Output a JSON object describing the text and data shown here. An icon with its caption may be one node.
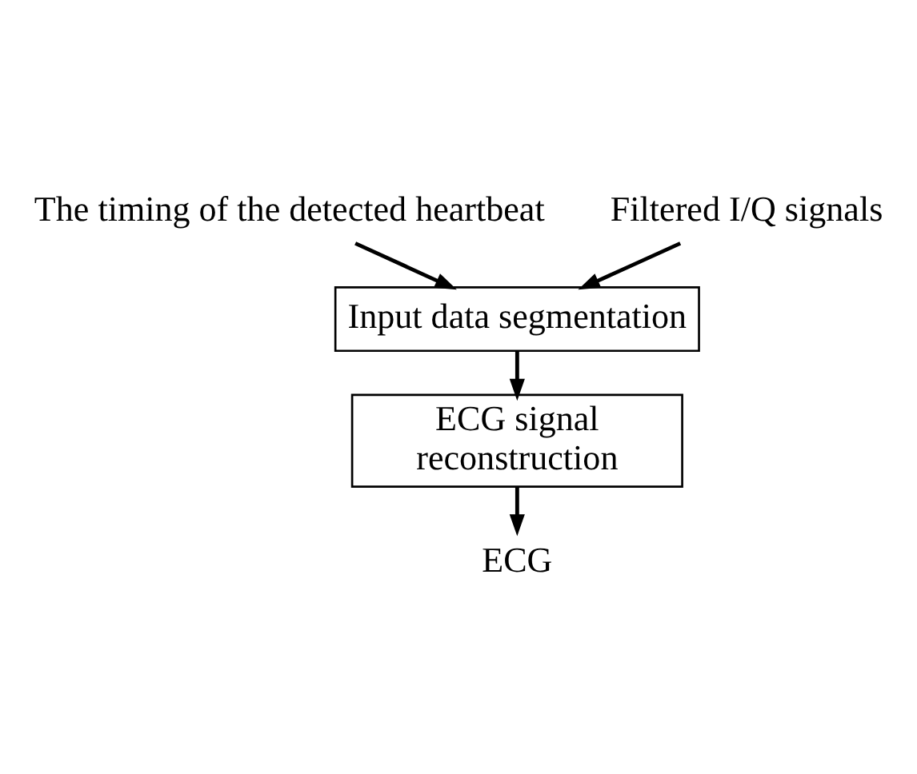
{
  "diagram": {
    "nodes": [
      {
        "text": [
          "The timing of the detected heartbeat"
        ]
      },
      {
        "text": [
          "Filtered I/Q signals"
        ]
      },
      {
        "text": [
          "Input data segmentation"
        ]
      },
      {
        "text": [
          "ECG signal reconstruction"
        ]
      },
      {
        "text": [
          "ECG"
        ]
      }
    ],
    "edges": [
      {
        "from": 0,
        "to": 2,
        "arrow": "to"
      },
      {
        "from": 1,
        "to": 2,
        "arrow": "to"
      },
      {
        "from": 2,
        "to": 3,
        "arrow": "to"
      },
      {
        "from": 3,
        "to": 4,
        "arrow": "to"
      }
    ]
  }
}
